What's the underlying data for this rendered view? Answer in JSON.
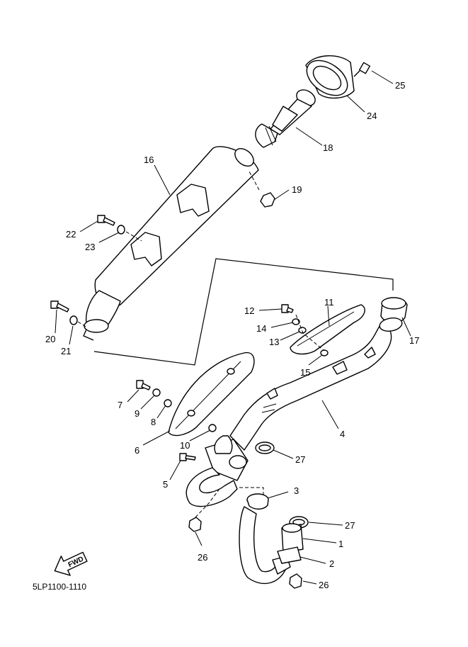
{
  "diagram_code": "5LP1100-1110",
  "fwd_label": "FWD",
  "callouts": {
    "c1": "1",
    "c2": "2",
    "c3": "3",
    "c4": "4",
    "c5": "5",
    "c6": "6",
    "c7": "7",
    "c8": "8",
    "c9": "9",
    "c10": "10",
    "c11": "11",
    "c12": "12",
    "c13": "13",
    "c14": "14",
    "c15": "15",
    "c16": "16",
    "c17": "17",
    "c18": "18",
    "c19": "19",
    "c20": "20",
    "c21": "21",
    "c22": "22",
    "c23": "23",
    "c24": "24",
    "c25": "25",
    "c26a": "26",
    "c26b": "26",
    "c27a": "27",
    "c27b": "27"
  }
}
